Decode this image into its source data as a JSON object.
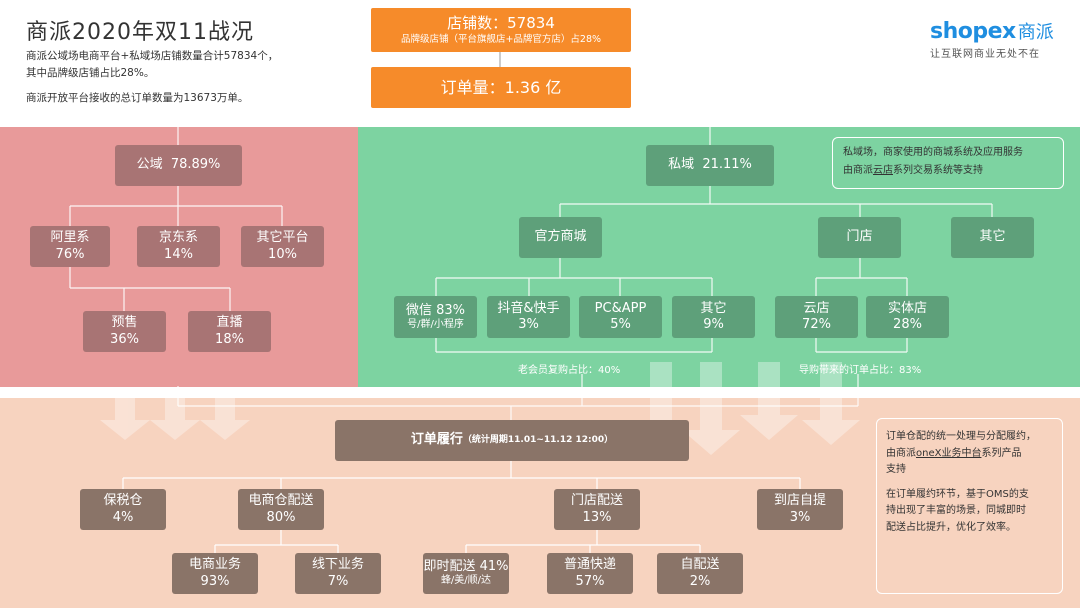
{
  "header": {
    "title": "商派2020年双11战况",
    "desc_line1": "商派公域场电商平台+私域场店铺数量合计57834个，",
    "desc_line2": "其中品牌级店铺占比28%。",
    "desc_line3": "商派开放平台接收的总订单数量为13673万单。"
  },
  "logo": {
    "brand": "shopex",
    "brand_cn": "商派",
    "tagline": "让互联网商业无处不在"
  },
  "top": {
    "stores_title": "店铺数：57834",
    "stores_sub": "品牌级店铺（平台旗舰店+品牌官方店）占28%",
    "orders_title": "订单量：1.36 亿"
  },
  "public": {
    "title": "公域  78.89%",
    "items": [
      {
        "name": "阿里系",
        "value": "76%"
      },
      {
        "name": "京东系",
        "value": "14%"
      },
      {
        "name": "其它平台",
        "value": "10%"
      }
    ],
    "sub": [
      {
        "name": "预售",
        "value": "36%"
      },
      {
        "name": "直播",
        "value": "18%"
      }
    ]
  },
  "private": {
    "title": "私域  21.11%",
    "note_line1": "私域场，商家使用的商城系统及应用服务",
    "note_line2_pre": "由商派",
    "note_line2_u": "云店",
    "note_line2_post": "系列交易系统等支持",
    "official": "官方商城",
    "store": "门店",
    "other": "其它",
    "official_items": [
      {
        "name": "微信 83%",
        "value": "",
        "sub": "号/群/小程序"
      },
      {
        "name": "抖音&快手",
        "value": "3%"
      },
      {
        "name": "PC&APP",
        "value": "5%"
      },
      {
        "name": "其它",
        "value": "9%"
      }
    ],
    "store_items": [
      {
        "name": "云店",
        "value": "72%"
      },
      {
        "name": "实体店",
        "value": "28%"
      }
    ],
    "member_rebuy": "老会员复购占比：40%",
    "guide_orders": "导购带来的订单占比：83%"
  },
  "fulfillment": {
    "title": "订单履行",
    "period": "（统计周期11.01~11.12 12:00）",
    "items": [
      {
        "name": "保税仓",
        "value": "4%"
      },
      {
        "name": "电商仓配送",
        "value": "80%"
      },
      {
        "name": "门店配送",
        "value": "13%"
      },
      {
        "name": "到店自提",
        "value": "3%"
      }
    ],
    "ecom_sub": [
      {
        "name": "电商业务",
        "value": "93%"
      },
      {
        "name": "线下业务",
        "value": "7%"
      }
    ],
    "store_sub": [
      {
        "name": "即时配送 41%",
        "value": "",
        "sub": "蜂/美/顺/达"
      },
      {
        "name": "普通快递",
        "value": "57%"
      },
      {
        "name": "自配送",
        "value": "2%"
      }
    ],
    "note_line1": "订单仓配的统一处理与分配履约，",
    "note_line2_pre": "由商派",
    "note_line2_u": "oneX业务中台",
    "note_line2_post": "系列产品",
    "note_line3": "支持",
    "note_line4": "在订单履约环节，基于OMS的支",
    "note_line5": "持出现了丰富的场景，同城即时",
    "note_line6": "配送占比提升，优化了效率。"
  },
  "colors": {
    "public_bg": "#e89a9a",
    "private_bg": "#7dd3a1",
    "fulfill_bg": "#f7d3bf",
    "orange": "#f68b2a",
    "logo_blue": "#1f8ee0"
  }
}
